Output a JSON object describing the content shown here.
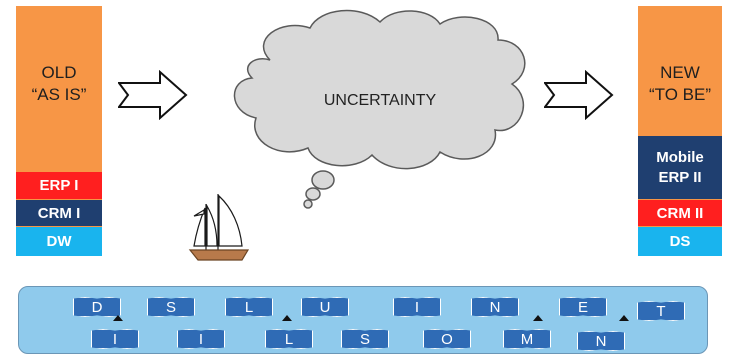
{
  "left_column": {
    "title_line1": "OLD",
    "title_line2": "“AS IS”",
    "bands": [
      {
        "label": "ERP I",
        "color": "red"
      },
      {
        "label": "CRM I",
        "color": "navy"
      },
      {
        "label": "DW",
        "color": "cyan"
      }
    ]
  },
  "right_column": {
    "title_line1": "NEW",
    "title_line2": "“TO BE”",
    "bands": [
      {
        "label_line1": "Mobile",
        "label_line2": "ERP II",
        "color": "navy"
      },
      {
        "label": "CRM II",
        "color": "red"
      },
      {
        "label": "DS",
        "color": "cyan"
      }
    ]
  },
  "cloud": {
    "label": "UNCERTAINTY"
  },
  "flags_top": [
    "D",
    "S",
    "L",
    "U",
    "I",
    "N",
    "E",
    "T"
  ],
  "flags_bottom": [
    "I",
    "I",
    "L",
    "S",
    "O",
    "M",
    "N"
  ],
  "colors": {
    "orange": "#f79646",
    "red": "#ff1f1f",
    "navy": "#1f3f70",
    "cyan": "#19b4ee",
    "sea": "#8fcaec",
    "flag": "#2f6bb5"
  }
}
